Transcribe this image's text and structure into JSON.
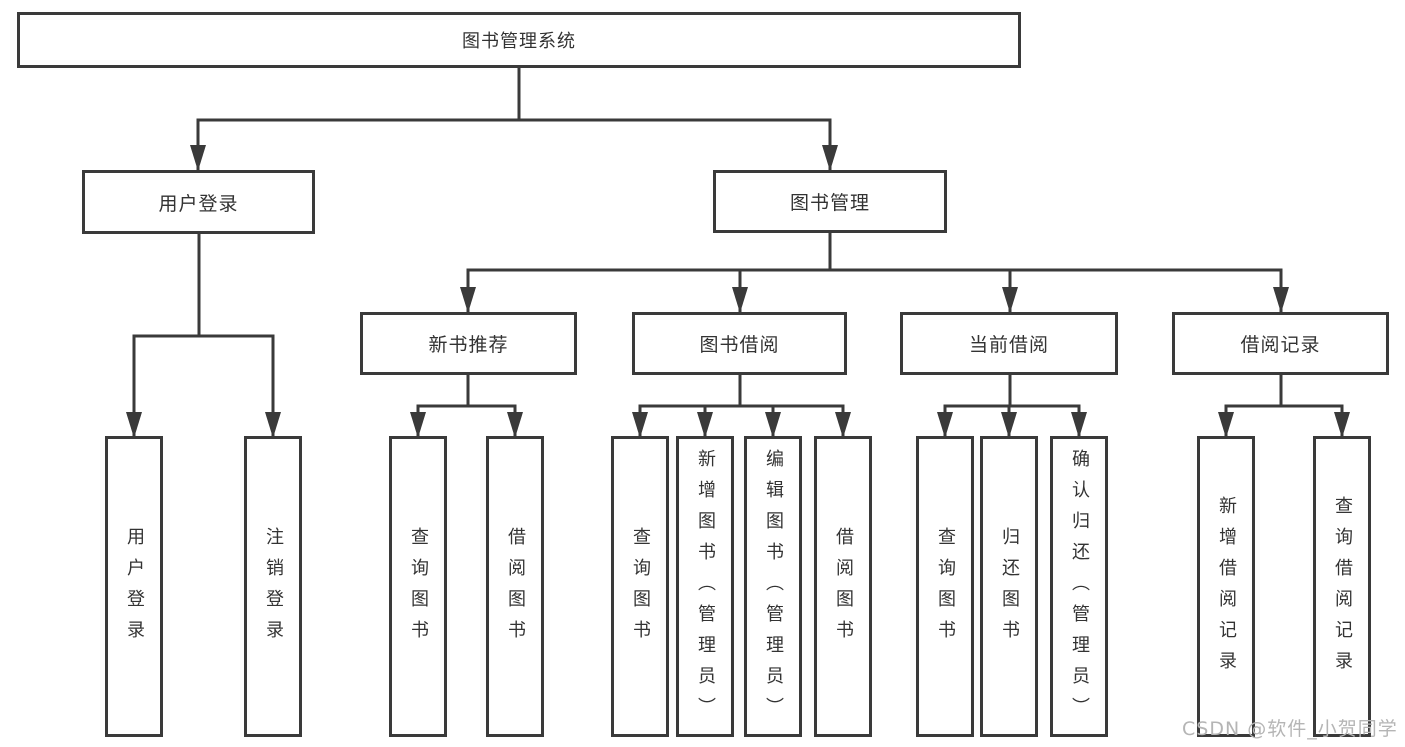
{
  "diagram_title": "图书管理系统",
  "watermark": "CSDN @软件_小贺同学",
  "colors": {
    "line": "#3a3a3a",
    "box_border": "#3a3a3a",
    "text": "#333333",
    "watermark": "#b5b5b5",
    "background": "#ffffff"
  },
  "nodes": {
    "root": {
      "label": "图书管理系统"
    },
    "user_login": {
      "label": "用户登录"
    },
    "book_mgmt": {
      "label": "图书管理"
    },
    "new_book_rec": {
      "label": "新书推荐"
    },
    "book_borrow": {
      "label": "图书借阅"
    },
    "current_borrow": {
      "label": "当前借阅"
    },
    "borrow_record": {
      "label": "借阅记录"
    },
    "leaf_user_login": {
      "label": "用户登录"
    },
    "leaf_logout": {
      "label": "注销登录"
    },
    "leaf_query_book_1": {
      "label": "查询图书"
    },
    "leaf_borrow_book_1": {
      "label": "借阅图书"
    },
    "leaf_query_book_2": {
      "label": "查询图书"
    },
    "leaf_add_book": {
      "label": "新增图书（管理员）"
    },
    "leaf_edit_book": {
      "label": "编辑图书（管理员）"
    },
    "leaf_borrow_book_2": {
      "label": "借阅图书"
    },
    "leaf_query_book_3": {
      "label": "查询图书"
    },
    "leaf_return_book": {
      "label": "归还图书"
    },
    "leaf_confirm_return": {
      "label": "确认归还（管理员）"
    },
    "leaf_add_record": {
      "label": "新增借阅记录"
    },
    "leaf_query_record": {
      "label": "查询借阅记录"
    }
  },
  "hierarchy": {
    "图书管理系统": {
      "用户登录": [
        "用户登录",
        "注销登录"
      ],
      "图书管理": {
        "新书推荐": [
          "查询图书",
          "借阅图书"
        ],
        "图书借阅": [
          "查询图书",
          "新增图书（管理员）",
          "编辑图书（管理员）",
          "借阅图书"
        ],
        "当前借阅": [
          "查询图书",
          "归还图书",
          "确认归还（管理员）"
        ],
        "借阅记录": [
          "新增借阅记录",
          "查询借阅记录"
        ]
      }
    }
  }
}
